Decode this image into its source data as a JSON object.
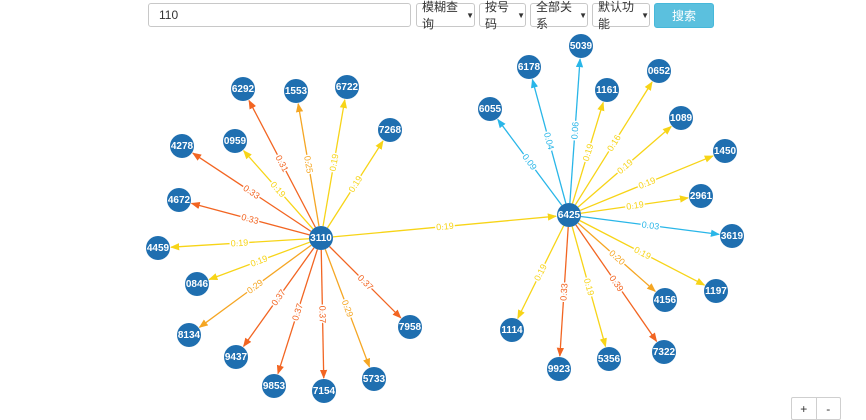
{
  "search": {
    "value": "110"
  },
  "filters": [
    {
      "label": "模糊查询",
      "caret": "▼"
    },
    {
      "label": "按号码",
      "caret": "▼"
    },
    {
      "label": "全部关系",
      "caret": "▼"
    },
    {
      "label": "默认功能",
      "caret": "▼"
    }
  ],
  "search_button": "搜索",
  "zoom": {
    "in": "+",
    "out": "-"
  },
  "colors": {
    "node": "#1f6fb0",
    "strong": "#f26522",
    "mid": "#f5a623",
    "weak": "#f7d417",
    "cool": "#29b6e8"
  },
  "graph": {
    "nodes": [
      "3110",
      "6425",
      "6292",
      "1553",
      "6722",
      "7268",
      "0959",
      "4278",
      "4672",
      "4459",
      "0846",
      "8134",
      "9437",
      "9853",
      "7154",
      "5733",
      "7958",
      "5039",
      "6178",
      "1161",
      "0652",
      "6055",
      "1089",
      "1450",
      "2961",
      "3619",
      "1197",
      "4156",
      "7322",
      "5356",
      "9923",
      "1114"
    ],
    "edges": [
      {
        "source": "3110",
        "target": "6292",
        "weight": "0.31",
        "level": "strong"
      },
      {
        "source": "3110",
        "target": "1553",
        "weight": "0.25",
        "level": "mid"
      },
      {
        "source": "3110",
        "target": "6722",
        "weight": "0.19",
        "level": "weak"
      },
      {
        "source": "3110",
        "target": "7268",
        "weight": "0.19",
        "level": "weak"
      },
      {
        "source": "3110",
        "target": "0959",
        "weight": "0.19",
        "level": "weak"
      },
      {
        "source": "3110",
        "target": "4278",
        "weight": "0.33",
        "level": "strong"
      },
      {
        "source": "3110",
        "target": "4672",
        "weight": "0.33",
        "level": "strong"
      },
      {
        "source": "3110",
        "target": "4459",
        "weight": "0.19",
        "level": "weak"
      },
      {
        "source": "3110",
        "target": "0846",
        "weight": "0.19",
        "level": "weak"
      },
      {
        "source": "3110",
        "target": "8134",
        "weight": "0.29",
        "level": "mid"
      },
      {
        "source": "3110",
        "target": "9437",
        "weight": "0.37",
        "level": "strong"
      },
      {
        "source": "3110",
        "target": "9853",
        "weight": "0.37",
        "level": "strong"
      },
      {
        "source": "3110",
        "target": "7154",
        "weight": "0.37",
        "level": "strong"
      },
      {
        "source": "3110",
        "target": "5733",
        "weight": "0.29",
        "level": "mid"
      },
      {
        "source": "3110",
        "target": "7958",
        "weight": "0.37",
        "level": "strong"
      },
      {
        "source": "3110",
        "target": "6425",
        "weight": "0.19",
        "level": "weak"
      },
      {
        "source": "6425",
        "target": "6055",
        "weight": "0.09",
        "level": "cool"
      },
      {
        "source": "6425",
        "target": "6178",
        "weight": "0.04",
        "level": "cool"
      },
      {
        "source": "6425",
        "target": "5039",
        "weight": "0.06",
        "level": "cool"
      },
      {
        "source": "6425",
        "target": "1161",
        "weight": "0.19",
        "level": "weak"
      },
      {
        "source": "6425",
        "target": "0652",
        "weight": "0.16",
        "level": "weak"
      },
      {
        "source": "6425",
        "target": "1089",
        "weight": "0.19",
        "level": "weak"
      },
      {
        "source": "6425",
        "target": "1450",
        "weight": "0.19",
        "level": "weak"
      },
      {
        "source": "6425",
        "target": "2961",
        "weight": "0.19",
        "level": "weak"
      },
      {
        "source": "6425",
        "target": "3619",
        "weight": "0.03",
        "level": "cool"
      },
      {
        "source": "6425",
        "target": "1197",
        "weight": "0.19",
        "level": "weak"
      },
      {
        "source": "6425",
        "target": "4156",
        "weight": "0.20",
        "level": "mid"
      },
      {
        "source": "6425",
        "target": "7322",
        "weight": "0.39",
        "level": "strong"
      },
      {
        "source": "6425",
        "target": "5356",
        "weight": "0.19",
        "level": "weak"
      },
      {
        "source": "6425",
        "target": "9923",
        "weight": "0.33",
        "level": "strong"
      },
      {
        "source": "6425",
        "target": "1114",
        "weight": "0.19",
        "level": "weak"
      }
    ]
  }
}
